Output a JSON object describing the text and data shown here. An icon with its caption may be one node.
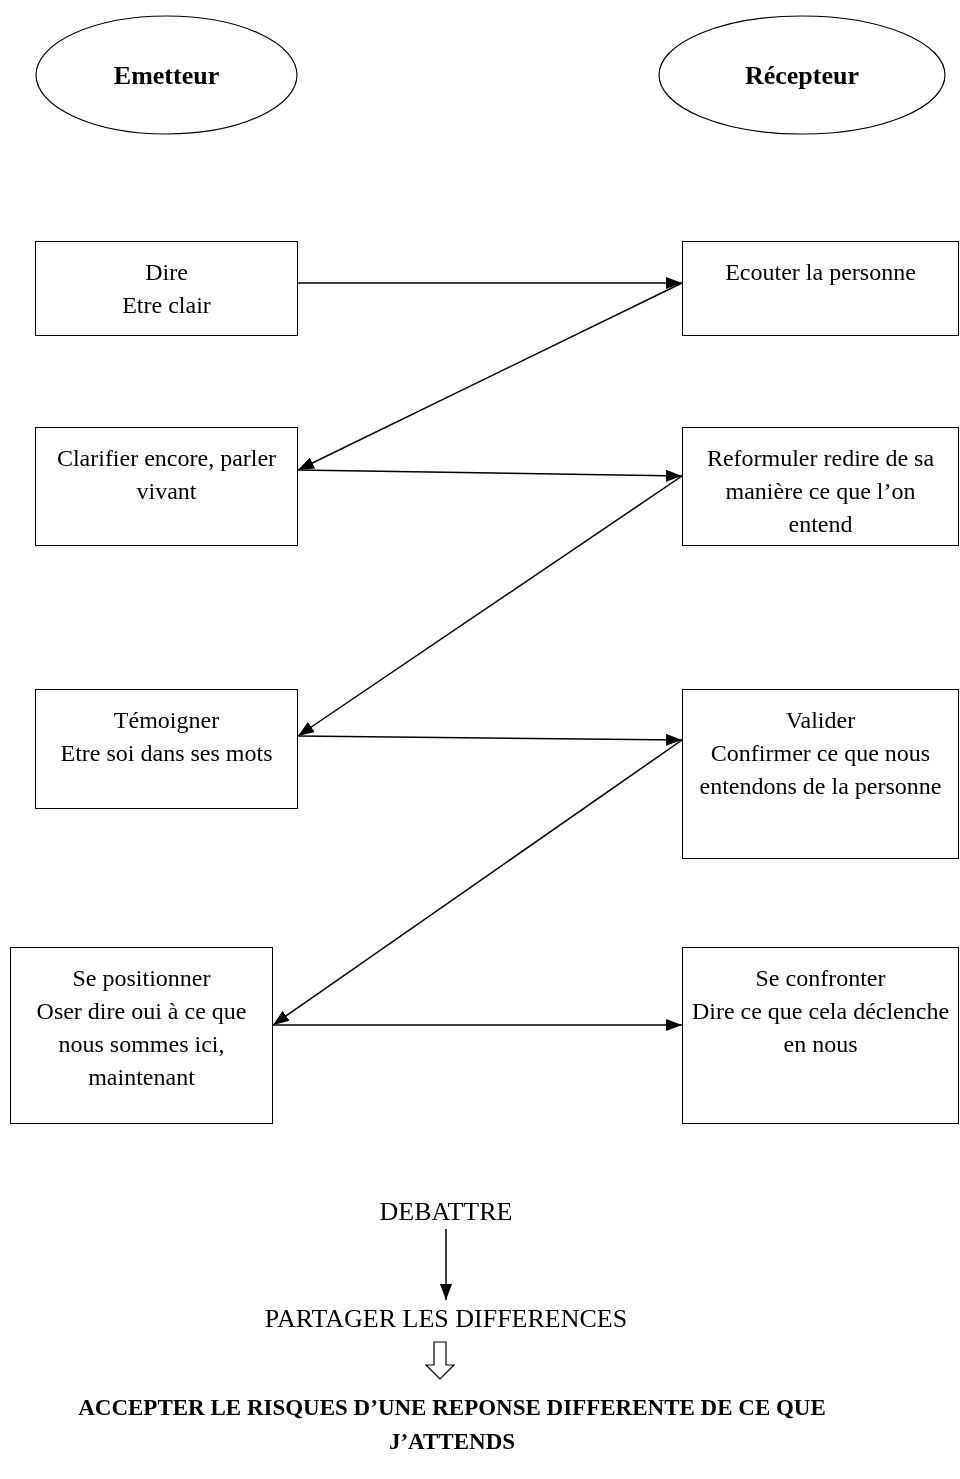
{
  "diagram": {
    "nodes": [
      {
        "text": [
          "Emetteur"
        ]
      },
      {
        "text": [
          "Récepteur"
        ]
      },
      {
        "text": [
          "Dire",
          "Etre clair"
        ]
      },
      {
        "text": [
          "Ecouter la personne"
        ]
      },
      {
        "text": [
          "Clarifier encore, parler vivant"
        ]
      },
      {
        "text": [
          "Reformuler redire de sa manière ce que l’on entend"
        ]
      },
      {
        "text": [
          "Témoigner",
          "Etre soi dans ses mots"
        ]
      },
      {
        "text": [
          "Valider",
          "Confirmer ce que nous entendons de la personne"
        ]
      },
      {
        "text": [
          "Se positionner",
          "Oser dire oui à ce que nous sommes ici, maintenant"
        ]
      },
      {
        "text": [
          "Se confronter",
          "Dire ce que cela déclenche en nous"
        ]
      },
      {
        "text": [
          "DEBATTRE"
        ]
      },
      {
        "text": [
          "PARTAGER LES DIFFERENCES"
        ]
      },
      {
        "text": [
          "ACCEPTER LE RISQUES D’UNE REPONSE DIFFERENTE DE CE QUE J’ATTENDS"
        ]
      }
    ],
    "edges": [
      {
        "from": 2,
        "to": 3,
        "arrow": "to"
      },
      {
        "from": 3,
        "to": 4,
        "arrow": "to"
      },
      {
        "from": 4,
        "to": 5,
        "arrow": "to"
      },
      {
        "from": 5,
        "to": 6,
        "arrow": "to"
      },
      {
        "from": 6,
        "to": 7,
        "arrow": "to"
      },
      {
        "from": 7,
        "to": 8,
        "arrow": "to"
      },
      {
        "from": 8,
        "to": 9,
        "arrow": "to"
      },
      {
        "from": 10,
        "to": 11,
        "arrow": "to"
      },
      {
        "from": 11,
        "to": 12,
        "arrow": "to",
        "style": "thick"
      }
    ]
  }
}
